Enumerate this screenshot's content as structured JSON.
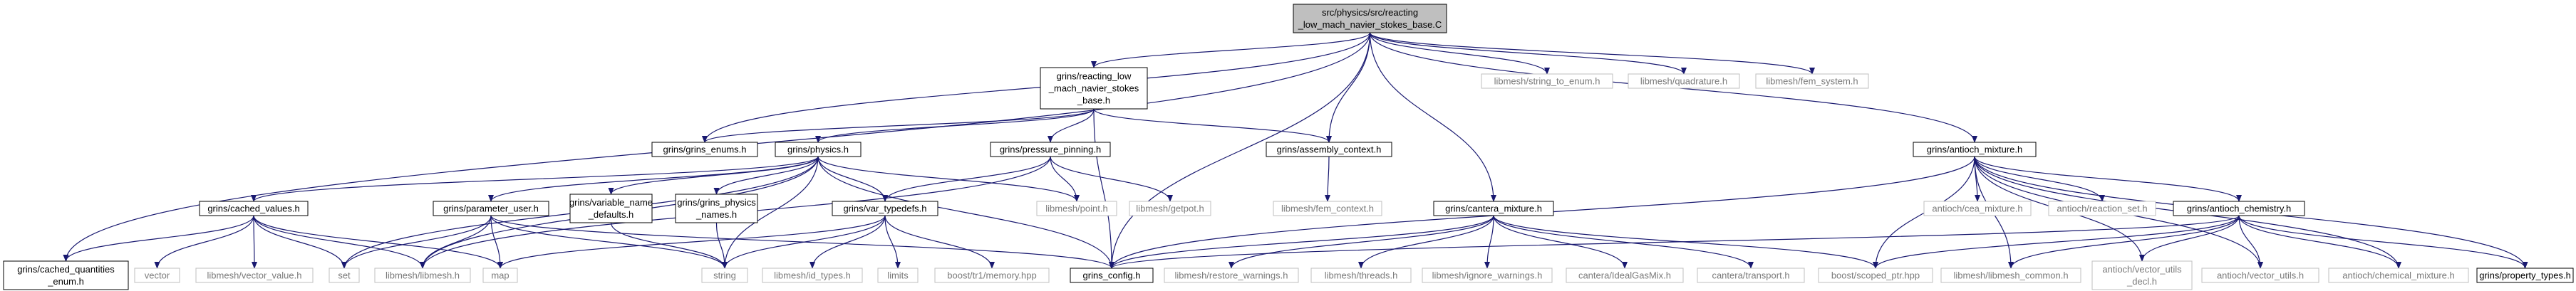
{
  "colors": {
    "edge": "#191970",
    "box_black": "#000000",
    "box_gray": "#bfbfbf",
    "root_fill": "#bfbfbf",
    "text_gray": "#7a7a7a"
  },
  "nodes": [
    {
      "id": "root",
      "lines": [
        "src/physics/src/reacting",
        "_low_mach_navier_stokes_base.C"
      ],
      "style": "root"
    },
    {
      "id": "rlmns",
      "lines": [
        "grins/reacting_low",
        "_mach_navier_stokes",
        "_base.h"
      ],
      "style": "black"
    },
    {
      "id": "str_to_enum",
      "lines": [
        "libmesh/string_to_enum.h"
      ],
      "style": "gray"
    },
    {
      "id": "quadrature",
      "lines": [
        "libmesh/quadrature.h"
      ],
      "style": "gray"
    },
    {
      "id": "fem_system",
      "lines": [
        "libmesh/fem_system.h"
      ],
      "style": "gray"
    },
    {
      "id": "grins_enums",
      "lines": [
        "grins/grins_enums.h"
      ],
      "style": "black"
    },
    {
      "id": "physics",
      "lines": [
        "grins/physics.h"
      ],
      "style": "black"
    },
    {
      "id": "pressure_pinning",
      "lines": [
        "grins/pressure_pinning.h"
      ],
      "style": "black"
    },
    {
      "id": "assembly_context",
      "lines": [
        "grins/assembly_context.h"
      ],
      "style": "black"
    },
    {
      "id": "antioch_mixture",
      "lines": [
        "grins/antioch_mixture.h"
      ],
      "style": "black"
    },
    {
      "id": "cached_values",
      "lines": [
        "grins/cached_values.h"
      ],
      "style": "black"
    },
    {
      "id": "parameter_user",
      "lines": [
        "grins/parameter_user.h"
      ],
      "style": "black"
    },
    {
      "id": "variable_name_defaults",
      "lines": [
        "grins/variable_name",
        "_defaults.h"
      ],
      "style": "black"
    },
    {
      "id": "grins_physics_names",
      "lines": [
        "grins/grins_physics",
        "_names.h"
      ],
      "style": "black"
    },
    {
      "id": "var_typedefs",
      "lines": [
        "grins/var_typedefs.h"
      ],
      "style": "black"
    },
    {
      "id": "point",
      "lines": [
        "libmesh/point.h"
      ],
      "style": "gray"
    },
    {
      "id": "getpot",
      "lines": [
        "libmesh/getpot.h"
      ],
      "style": "gray"
    },
    {
      "id": "fem_context",
      "lines": [
        "libmesh/fem_context.h"
      ],
      "style": "gray"
    },
    {
      "id": "cantera_mixture",
      "lines": [
        "grins/cantera_mixture.h"
      ],
      "style": "black"
    },
    {
      "id": "cea_mixture",
      "lines": [
        "antioch/cea_mixture.h"
      ],
      "style": "gray"
    },
    {
      "id": "reaction_set",
      "lines": [
        "antioch/reaction_set.h"
      ],
      "style": "gray"
    },
    {
      "id": "antioch_chemistry",
      "lines": [
        "grins/antioch_chemistry.h"
      ],
      "style": "black"
    },
    {
      "id": "cached_quantities_enum",
      "lines": [
        "grins/cached_quantities",
        "_enum.h"
      ],
      "style": "black"
    },
    {
      "id": "vector",
      "lines": [
        "vector"
      ],
      "style": "gray"
    },
    {
      "id": "vector_value",
      "lines": [
        "libmesh/vector_value.h"
      ],
      "style": "gray"
    },
    {
      "id": "set",
      "lines": [
        "set"
      ],
      "style": "gray"
    },
    {
      "id": "libmesh_h",
      "lines": [
        "libmesh/libmesh.h"
      ],
      "style": "gray"
    },
    {
      "id": "map",
      "lines": [
        "map"
      ],
      "style": "gray"
    },
    {
      "id": "string",
      "lines": [
        "string"
      ],
      "style": "gray"
    },
    {
      "id": "id_types",
      "lines": [
        "libmesh/id_types.h"
      ],
      "style": "gray"
    },
    {
      "id": "limits",
      "lines": [
        "limits"
      ],
      "style": "gray"
    },
    {
      "id": "tr1_memory",
      "lines": [
        "boost/tr1/memory.hpp"
      ],
      "style": "gray"
    },
    {
      "id": "grins_config",
      "lines": [
        "grins_config.h"
      ],
      "style": "black"
    },
    {
      "id": "restore_warnings",
      "lines": [
        "libmesh/restore_warnings.h"
      ],
      "style": "gray"
    },
    {
      "id": "threads",
      "lines": [
        "libmesh/threads.h"
      ],
      "style": "gray"
    },
    {
      "id": "ignore_warnings",
      "lines": [
        "libmesh/ignore_warnings.h"
      ],
      "style": "gray"
    },
    {
      "id": "ideal_gas_mix",
      "lines": [
        "cantera/IdealGasMix.h"
      ],
      "style": "gray"
    },
    {
      "id": "cantera_transport",
      "lines": [
        "cantera/transport.h"
      ],
      "style": "gray"
    },
    {
      "id": "scoped_ptr",
      "lines": [
        "boost/scoped_ptr.hpp"
      ],
      "style": "gray"
    },
    {
      "id": "libmesh_common",
      "lines": [
        "libmesh/libmesh_common.h"
      ],
      "style": "gray"
    },
    {
      "id": "vector_utils_decl",
      "lines": [
        "antioch/vector_utils",
        "_decl.h"
      ],
      "style": "gray"
    },
    {
      "id": "vector_utils",
      "lines": [
        "antioch/vector_utils.h"
      ],
      "style": "gray"
    },
    {
      "id": "chemical_mixture",
      "lines": [
        "antioch/chemical_mixture.h"
      ],
      "style": "gray"
    },
    {
      "id": "property_types",
      "lines": [
        "grins/property_types.h"
      ],
      "style": "black"
    }
  ],
  "edges": [
    [
      "root",
      "rlmns"
    ],
    [
      "root",
      "str_to_enum"
    ],
    [
      "root",
      "quadrature"
    ],
    [
      "root",
      "fem_system"
    ],
    [
      "root",
      "grins_enums"
    ],
    [
      "root",
      "cached_quantities_enum"
    ],
    [
      "root",
      "grins_config"
    ],
    [
      "root",
      "assembly_context"
    ],
    [
      "root",
      "cantera_mixture"
    ],
    [
      "root",
      "antioch_mixture"
    ],
    [
      "rlmns",
      "grins_enums"
    ],
    [
      "rlmns",
      "physics"
    ],
    [
      "rlmns",
      "pressure_pinning"
    ],
    [
      "rlmns",
      "assembly_context"
    ],
    [
      "rlmns",
      "grins_config"
    ],
    [
      "physics",
      "cached_values"
    ],
    [
      "physics",
      "parameter_user"
    ],
    [
      "physics",
      "variable_name_defaults"
    ],
    [
      "physics",
      "grins_physics_names"
    ],
    [
      "physics",
      "var_typedefs"
    ],
    [
      "physics",
      "point"
    ],
    [
      "physics",
      "set"
    ],
    [
      "physics",
      "libmesh_h"
    ],
    [
      "physics",
      "string"
    ],
    [
      "physics",
      "grins_config"
    ],
    [
      "pressure_pinning",
      "var_typedefs"
    ],
    [
      "pressure_pinning",
      "point"
    ],
    [
      "pressure_pinning",
      "getpot"
    ],
    [
      "pressure_pinning",
      "libmesh_h"
    ],
    [
      "assembly_context",
      "fem_context"
    ],
    [
      "cached_values",
      "cached_quantities_enum"
    ],
    [
      "cached_values",
      "vector"
    ],
    [
      "cached_values",
      "vector_value"
    ],
    [
      "cached_values",
      "set"
    ],
    [
      "cached_values",
      "libmesh_h"
    ],
    [
      "cached_values",
      "map"
    ],
    [
      "parameter_user",
      "set"
    ],
    [
      "parameter_user",
      "libmesh_h"
    ],
    [
      "parameter_user",
      "map"
    ],
    [
      "parameter_user",
      "string"
    ],
    [
      "parameter_user",
      "grins_config"
    ],
    [
      "variable_name_defaults",
      "string"
    ],
    [
      "grins_physics_names",
      "string"
    ],
    [
      "var_typedefs",
      "string"
    ],
    [
      "var_typedefs",
      "id_types"
    ],
    [
      "var_typedefs",
      "limits"
    ],
    [
      "var_typedefs",
      "tr1_memory"
    ],
    [
      "var_typedefs",
      "map"
    ],
    [
      "cantera_mixture",
      "grins_config"
    ],
    [
      "cantera_mixture",
      "restore_warnings"
    ],
    [
      "cantera_mixture",
      "threads"
    ],
    [
      "cantera_mixture",
      "ignore_warnings"
    ],
    [
      "cantera_mixture",
      "ideal_gas_mix"
    ],
    [
      "cantera_mixture",
      "cantera_transport"
    ],
    [
      "cantera_mixture",
      "scoped_ptr"
    ],
    [
      "antioch_mixture",
      "grins_config"
    ],
    [
      "antioch_mixture",
      "cea_mixture"
    ],
    [
      "antioch_mixture",
      "reaction_set"
    ],
    [
      "antioch_mixture",
      "antioch_chemistry"
    ],
    [
      "antioch_mixture",
      "scoped_ptr"
    ],
    [
      "antioch_mixture",
      "libmesh_common"
    ],
    [
      "antioch_mixture",
      "vector_utils_decl"
    ],
    [
      "antioch_mixture",
      "vector_utils"
    ],
    [
      "antioch_mixture",
      "chemical_mixture"
    ],
    [
      "antioch_mixture",
      "property_types"
    ],
    [
      "antioch_chemistry",
      "grins_config"
    ],
    [
      "antioch_chemistry",
      "scoped_ptr"
    ],
    [
      "antioch_chemistry",
      "libmesh_common"
    ],
    [
      "antioch_chemistry",
      "vector_utils_decl"
    ],
    [
      "antioch_chemistry",
      "vector_utils"
    ],
    [
      "antioch_chemistry",
      "chemical_mixture"
    ],
    [
      "antioch_chemistry",
      "property_types"
    ]
  ]
}
